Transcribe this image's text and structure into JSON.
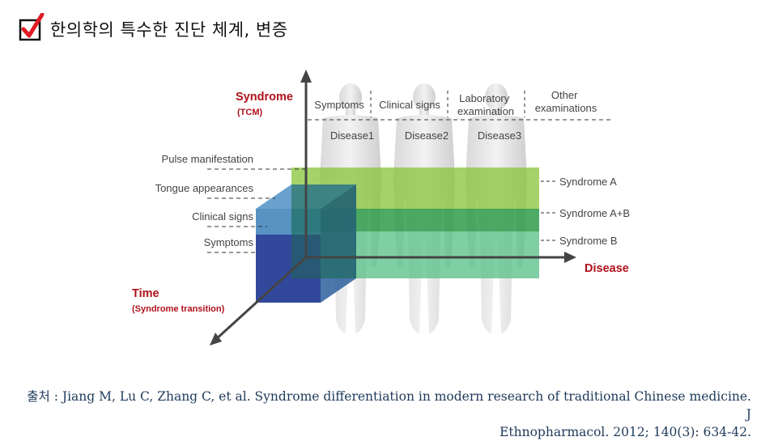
{
  "title": "한의학의 특수한 진단 체계, 변증",
  "diagram": {
    "y_axis_title": "Syndrome",
    "y_axis_subtitle": "(TCM)",
    "x_axis_title": "Disease",
    "z_axis_title": "Time",
    "z_axis_subtitle": "(Syndrome transition)",
    "top_columns": [
      "Symptoms",
      "Clinical signs",
      "Laboratory examination",
      "Other examinations"
    ],
    "diseases": [
      "Disease1",
      "Disease2",
      "Disease3"
    ],
    "left_labels": [
      "Pulse manifestation",
      "Tongue appearances",
      "Clinical signs",
      "Symptoms"
    ],
    "right_labels": [
      "Syndrome A",
      "Syndrome A+B",
      "Syndrome B"
    ],
    "colors": {
      "syndrome_a": "#8cc63f",
      "syndrome_ab": "#2e9c4a",
      "syndrome_b": "#5cc08a",
      "blue_front": "#2c3e95",
      "blue_top": "#3d7fb6",
      "axis_label_red": "#b0111b"
    }
  },
  "source": {
    "line1": "출처 : Jiang M, Lu C, Zhang C, et al. Syndrome differentiation in modern research of traditional Chinese medicine. J",
    "line2": "Ethnopharmacol. 2012; 140(3): 634-42."
  }
}
